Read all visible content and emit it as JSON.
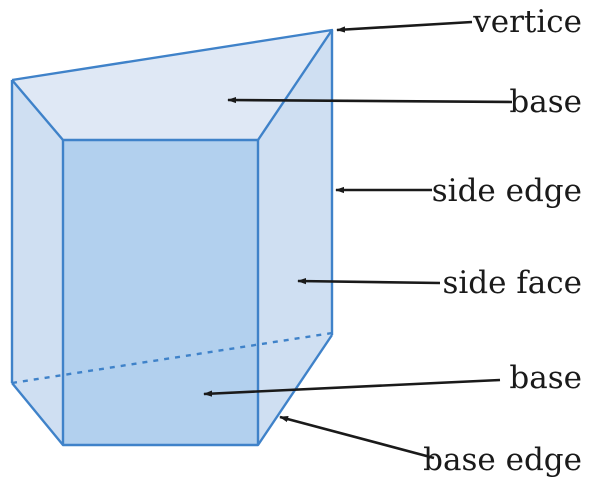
{
  "diagram": {
    "colors": {
      "background": "#ffffff",
      "face_light": "#dfe8f5",
      "face_mid": "#cfdff2",
      "face_front": "#b2d0ee",
      "edge": "#3f82c9",
      "arrow": "#1a1a1a",
      "label": "#1a1a1a"
    },
    "labels": {
      "vertex": "vertice",
      "top_base": "base",
      "side_edge": "side edge",
      "side_face": "side face",
      "bottom_base": "base",
      "base_edge": "base edge"
    }
  }
}
